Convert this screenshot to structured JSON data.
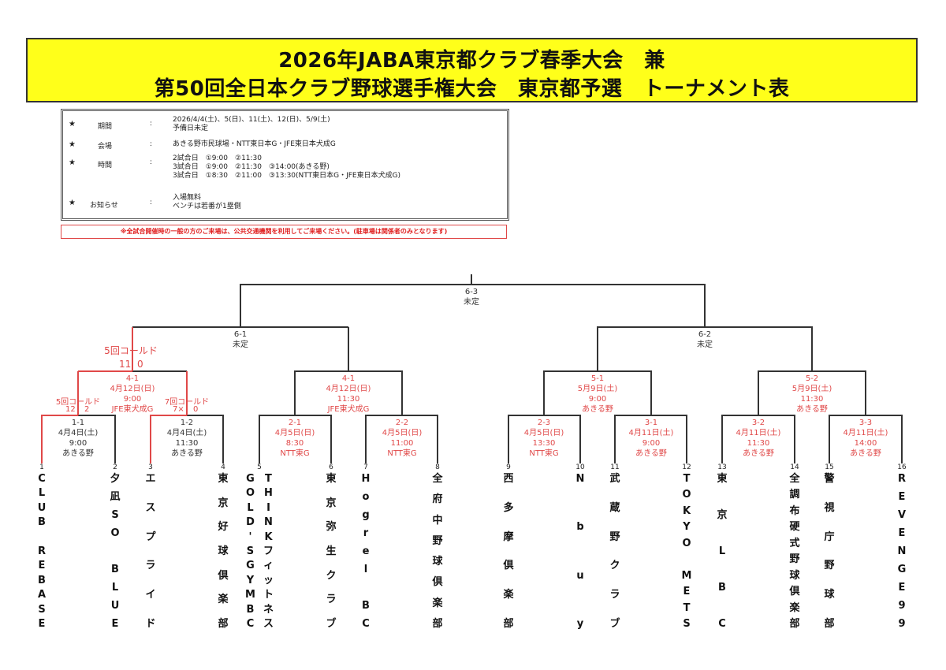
{
  "header": {
    "title_line1": "2026年JABA東京都クラブ春季大会　兼",
    "title_line2": "第50回全日本クラブ野球選手権大会　東京都予選　トーナメント表",
    "bg_color": "#ffff1a"
  },
  "info": {
    "rows": [
      {
        "star": "★",
        "label": "期間",
        "colon": ":",
        "lines": [
          "2026/4/4(土)、5(日)、11(土)、12(日)、5/9(土)",
          "予備日未定"
        ]
      },
      {
        "star": "★",
        "label": "会場",
        "colon": ":",
        "lines": [
          "あきる野市民球場・NTT東日本G・JFE東日本犬成G"
        ]
      },
      {
        "star": "★",
        "label": "時間",
        "colon": ":",
        "lines": [
          "2試合日　①9:00　②11:30",
          "3試合日　①9:00　②11:30　③14:00(あきる野)",
          "3試合日　①8:30　②11:00　③13:30(NTT東日本G・JFE東日本犬成G)"
        ]
      },
      {
        "star": "★",
        "label": "お知らせ",
        "colon": ":",
        "lines": [
          "入場無料",
          "ベンチは若番が1塁側"
        ]
      }
    ],
    "notice": "※全試合開催時の一般の方のご来場は、公共交通機関を利用してご来場ください。(駐車場は関係者のみとなります)"
  },
  "matches": {
    "m6_3": {
      "id": "6-3",
      "status": "未定"
    },
    "m6_1": {
      "id": "6-1",
      "status": "未定"
    },
    "m6_2": {
      "id": "6-2",
      "status": "未定"
    },
    "m4_1a": {
      "id": "4-1",
      "date": "4月12日(日)",
      "time": "9:00",
      "venue": "JFE東犬成G"
    },
    "m4_1b": {
      "id": "4-1",
      "date": "4月12日(日)",
      "time": "11:30",
      "venue": "JFE東犬成G"
    },
    "m5_1": {
      "id": "5-1",
      "date": "5月9日(土)",
      "time": "9:00",
      "venue": "あきる野"
    },
    "m5_2": {
      "id": "5-2",
      "date": "5月9日(土)",
      "time": "11:30",
      "venue": "あきる野"
    },
    "m1_1": {
      "id": "1-1",
      "date": "4月4日(土)",
      "time": "9:00",
      "venue": "あきる野"
    },
    "m1_2": {
      "id": "1-2",
      "date": "4月4日(土)",
      "time": "11:30",
      "venue": "あきる野"
    },
    "m2_1": {
      "id": "2-1",
      "date": "4月5日(日)",
      "time": "8:30",
      "venue": "NTT東G"
    },
    "m2_2": {
      "id": "2-2",
      "date": "4月5日(日)",
      "time": "11:00",
      "venue": "NTT東G"
    },
    "m2_3": {
      "id": "2-3",
      "date": "4月5日(日)",
      "time": "13:30",
      "venue": "NTT東G"
    },
    "m3_1": {
      "id": "3-1",
      "date": "4月11日(土)",
      "time": "9:00",
      "venue": "あきる野"
    },
    "m3_2": {
      "id": "3-2",
      "date": "4月11日(土)",
      "time": "11:30",
      "venue": "あきる野"
    },
    "m3_3": {
      "id": "3-3",
      "date": "4月11日(土)",
      "time": "14:00",
      "venue": "あきる野"
    }
  },
  "results": {
    "m4_1a": {
      "note": "5回コールド",
      "score_left": "11",
      "score_right": "0"
    },
    "m1_1": {
      "note": "5回コールド",
      "score_left": "12",
      "score_right": "2"
    },
    "m1_2": {
      "note": "7回コールド",
      "score_left": "7×",
      "score_right": "0"
    }
  },
  "teams": [
    {
      "num": "1",
      "name": "CLUB REBASE"
    },
    {
      "num": "2",
      "name": "夕凪SO BLUE"
    },
    {
      "num": "3",
      "name": "エスプライド"
    },
    {
      "num": "4",
      "name": "東京好球倶楽部"
    },
    {
      "num": "5",
      "name": "THINKフィットネス GOLD'S GYM BC"
    },
    {
      "num": "6",
      "name": "東京弥生クラブ"
    },
    {
      "num": "7",
      "name": "Hogrel BC"
    },
    {
      "num": "8",
      "name": "全府中野球倶楽部"
    },
    {
      "num": "9",
      "name": "西多摩倶楽部"
    },
    {
      "num": "10",
      "name": "Nbuy"
    },
    {
      "num": "11",
      "name": "武蔵野クラブ"
    },
    {
      "num": "12",
      "name": "TOKYO METS"
    },
    {
      "num": "13",
      "name": "東京LBC"
    },
    {
      "num": "14",
      "name": "全調布硬式野球倶楽部"
    },
    {
      "num": "15",
      "name": "警視庁野球部"
    },
    {
      "num": "16",
      "name": "REVENGE99"
    }
  ],
  "colors": {
    "line": "#333333",
    "winner_line": "#e04848",
    "red_text": "#e04848",
    "notice_red": "#e02020"
  }
}
